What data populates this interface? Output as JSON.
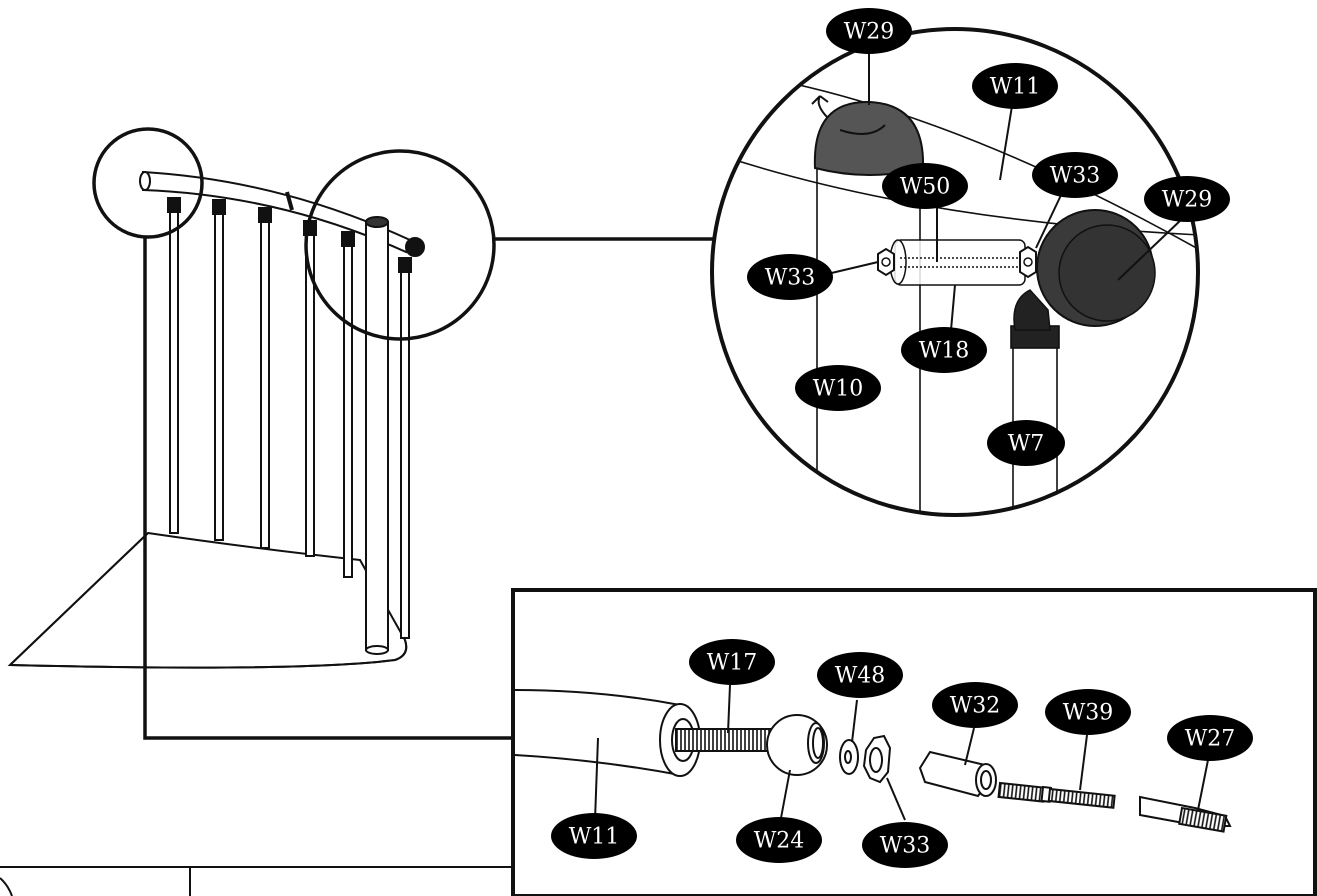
{
  "labels": {
    "detail_top_w29": "W29",
    "detail_top_w11": "W11",
    "detail_top_w50": "W50",
    "detail_top_w33_right": "W33",
    "detail_top_w29_right": "W29",
    "detail_top_w33_left": "W33",
    "detail_top_w18": "W18",
    "detail_top_w10": "W10",
    "detail_top_w7": "W7",
    "detail_bottom_w17": "W17",
    "detail_bottom_w48": "W48",
    "detail_bottom_w32": "W32",
    "detail_bottom_w39": "W39",
    "detail_bottom_w27": "W27",
    "detail_bottom_w11": "W11",
    "detail_bottom_w24": "W24",
    "detail_bottom_w33": "W33"
  },
  "colors": {
    "line": "#111111",
    "cap_fill": "#555555",
    "cap_dark": "#3a3a3a",
    "label_bg": "#000000",
    "label_text": "#ffffff"
  }
}
